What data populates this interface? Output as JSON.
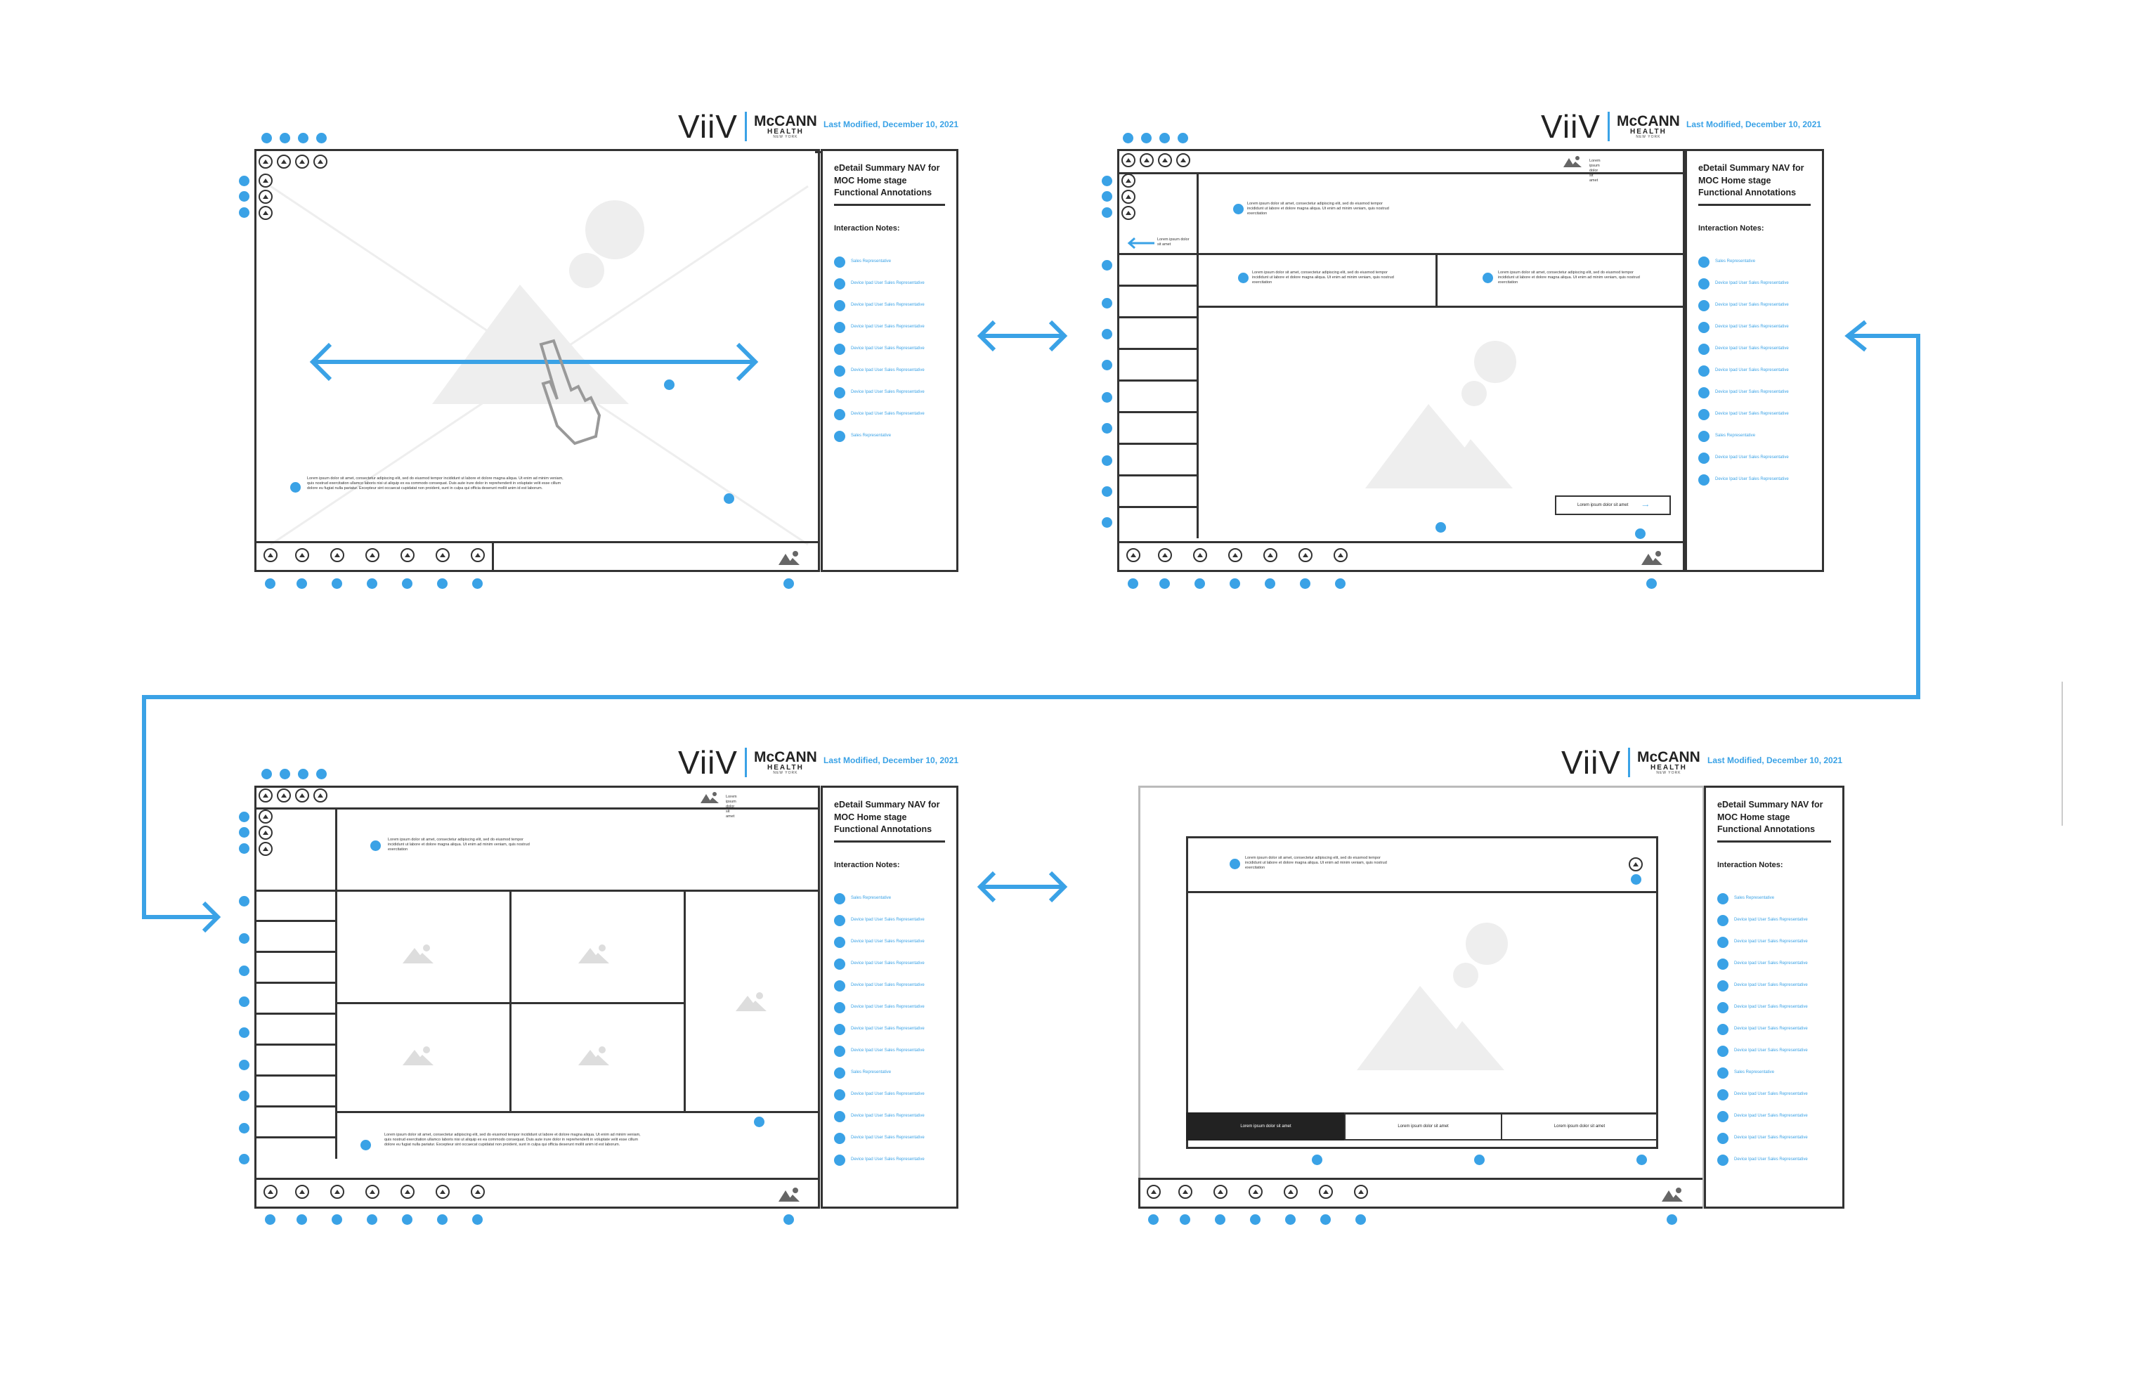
{
  "brand": {
    "client": "ViiV",
    "agency_line1": "McCANN",
    "agency_line2": "HEALTH",
    "agency_line3": "NEW YORK",
    "modified": "Last Modified, December 10, 2021"
  },
  "sidebar": {
    "title": "eDetail Summary NAV for MOC Home stage Functional Annotations",
    "subtitle": "Interaction Notes:",
    "note_short": "Sales Representative",
    "note_long": "Device Ipad User Sales Representative"
  },
  "content": {
    "lorem_short": "Lorem ipsum dolor sit amet",
    "lorem_back": "Lorem ipsum dolor sit amet",
    "lorem_para": "Lorem ipsum dolor sit amet, consectetur adipiscing elit, sed do eiusmod tempor incididunt ut labore et dolore magna aliqua. Ut enim ad minim veniam, quis nostrud exercitation",
    "lorem_long": "Lorem ipsum dolor sit amet, consectetur adipiscing elit, sed do eiusmod tempor incididunt ut labore et dolore magna aliqua. Ut enim ad minim veniam, quis nostrud exercitation ullamco laboris nisi ut aliquip ex ea commodo consequat. Duis aute irure dolor in reprehenderit in voluptate velit esse cillum dolore eu fugiat nulla pariatur. Excepteur sint occaecat cupidatat non proident, sunt in culpa qui officia deserunt mollit anim id est laborum.",
    "tab1": "Lorem ipsum dolor sit amet",
    "tab2": "Lorem ipsum dolor sit amet",
    "tab3": "Lorem ipsum dolor sit amet"
  },
  "colors": {
    "accent": "#3aa2e6",
    "outline": "#333333",
    "placeholder": "#eeeeee"
  }
}
